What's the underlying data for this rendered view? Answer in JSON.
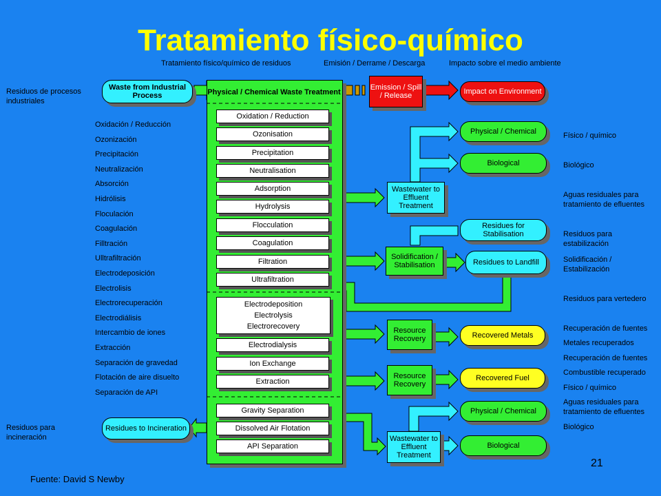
{
  "title": "Tratamiento físico-químico",
  "headers": {
    "col1": "Tratamiento físico/químico de residuos",
    "col2": "Emisión / Derrame  / Descarga",
    "col3": "Impacto sobre el medio ambiente"
  },
  "left_labels": {
    "industrial": "Residuos de procesos industriales",
    "incineration": "Residuos para incineración"
  },
  "process_labels_es": [
    "Oxidación / Reducción",
    "Ozonización",
    "Precipitación",
    "Neutralización",
    "Absorción",
    "Hidrólisis",
    "Floculación",
    "Coagulación",
    "Filltración",
    "Ulltrafiltración",
    "Electrodeposición",
    "Electrolisis",
    "Electrorecuperación",
    "Electrodiálisis",
    "Intercambio de iones",
    "Extracción",
    "Separación de gravedad",
    "Flotación de aire disuelto",
    "Separación de API"
  ],
  "right_labels": [
    "Físico / químico",
    "Biológico",
    "Aguas residuales para tratamiento de efluentes",
    "Residuos para estabilización",
    "Solidificación / Estabilización",
    "Residuos para vertedero",
    "Recuperación de fuentes",
    "Metales recuperados",
    "Recuperación de fuentes",
    "Combustible recuperado",
    "Físico / químico",
    "Aguas residuales para tratamiento de efluentes",
    "Biológico"
  ],
  "nodes": {
    "waste": "Waste from Industrial Process",
    "treatment": "Physical / Chemical Waste Treatment",
    "emission": "Emission / Spill / Release",
    "impact": "Impact on Environment",
    "phys_chem_1": "Physical / Chemical",
    "biological_1": "Biological",
    "wastewater_1": "Wastewater to Effluent Treatment",
    "residues_stab": "Residues for Stabilisation",
    "solidification": "Solidification / Stabilisation",
    "residues_landfill": "Residues to Landfill",
    "resource_1": "Resource Recovery",
    "recovered_metals": "Recovered Metals",
    "resource_2": "Resource Recovery",
    "recovered_fuel": "Recovered Fuel",
    "phys_chem_2": "Physical / Chemical",
    "wastewater_2": "Wastewater to Effluent Treatment",
    "biological_2": "Biological",
    "incineration": "Residues to Incineration"
  },
  "process_group1": [
    "Oxidation / Reduction",
    "Ozonisation",
    "Precipitation",
    "Neutralisation",
    "Adsorption",
    "Hydrolysis",
    "Flocculation",
    "Coagulation",
    "Filtration",
    "Ultrafiltration"
  ],
  "process_group2": [
    "Electrodeposition",
    "Electrolysis",
    "Electrorecovery"
  ],
  "process_group3": [
    "Electrodialysis",
    "Ion Exchange",
    "Extraction"
  ],
  "process_group4": [
    "Gravity Separation",
    "Dissolved Air Flotation",
    "API Separation"
  ],
  "page_number": "21",
  "source": "Fuente: David S Newby",
  "colors": {
    "background": "#1a82f0",
    "title": "#ffff00",
    "green": "#33ee33",
    "cyan": "#33f0ff",
    "red": "#ee1111",
    "yellow": "#ffff22"
  }
}
